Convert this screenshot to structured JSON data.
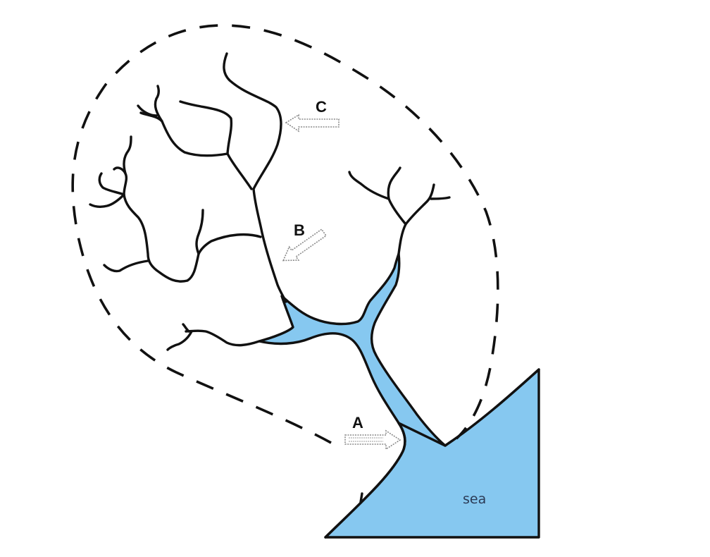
{
  "diagram": {
    "type": "drainage-basin",
    "colors": {
      "water": "#86c8f0",
      "line": "#111111",
      "arrow_outline": "#8a8a8a",
      "background": "#ffffff"
    },
    "labels": {
      "a": "A",
      "b": "B",
      "c": "C",
      "sea": "sea"
    },
    "elements": {
      "watershed": "dashed-boundary",
      "sea": "sea-area",
      "estuary": "estuary-channel",
      "arrows": [
        {
          "label": "A",
          "direction": "right",
          "points_to": "river-mouth"
        },
        {
          "label": "B",
          "direction": "down-left",
          "points_to": "confluence"
        },
        {
          "label": "C",
          "direction": "left",
          "points_to": "upper-course"
        }
      ]
    }
  }
}
